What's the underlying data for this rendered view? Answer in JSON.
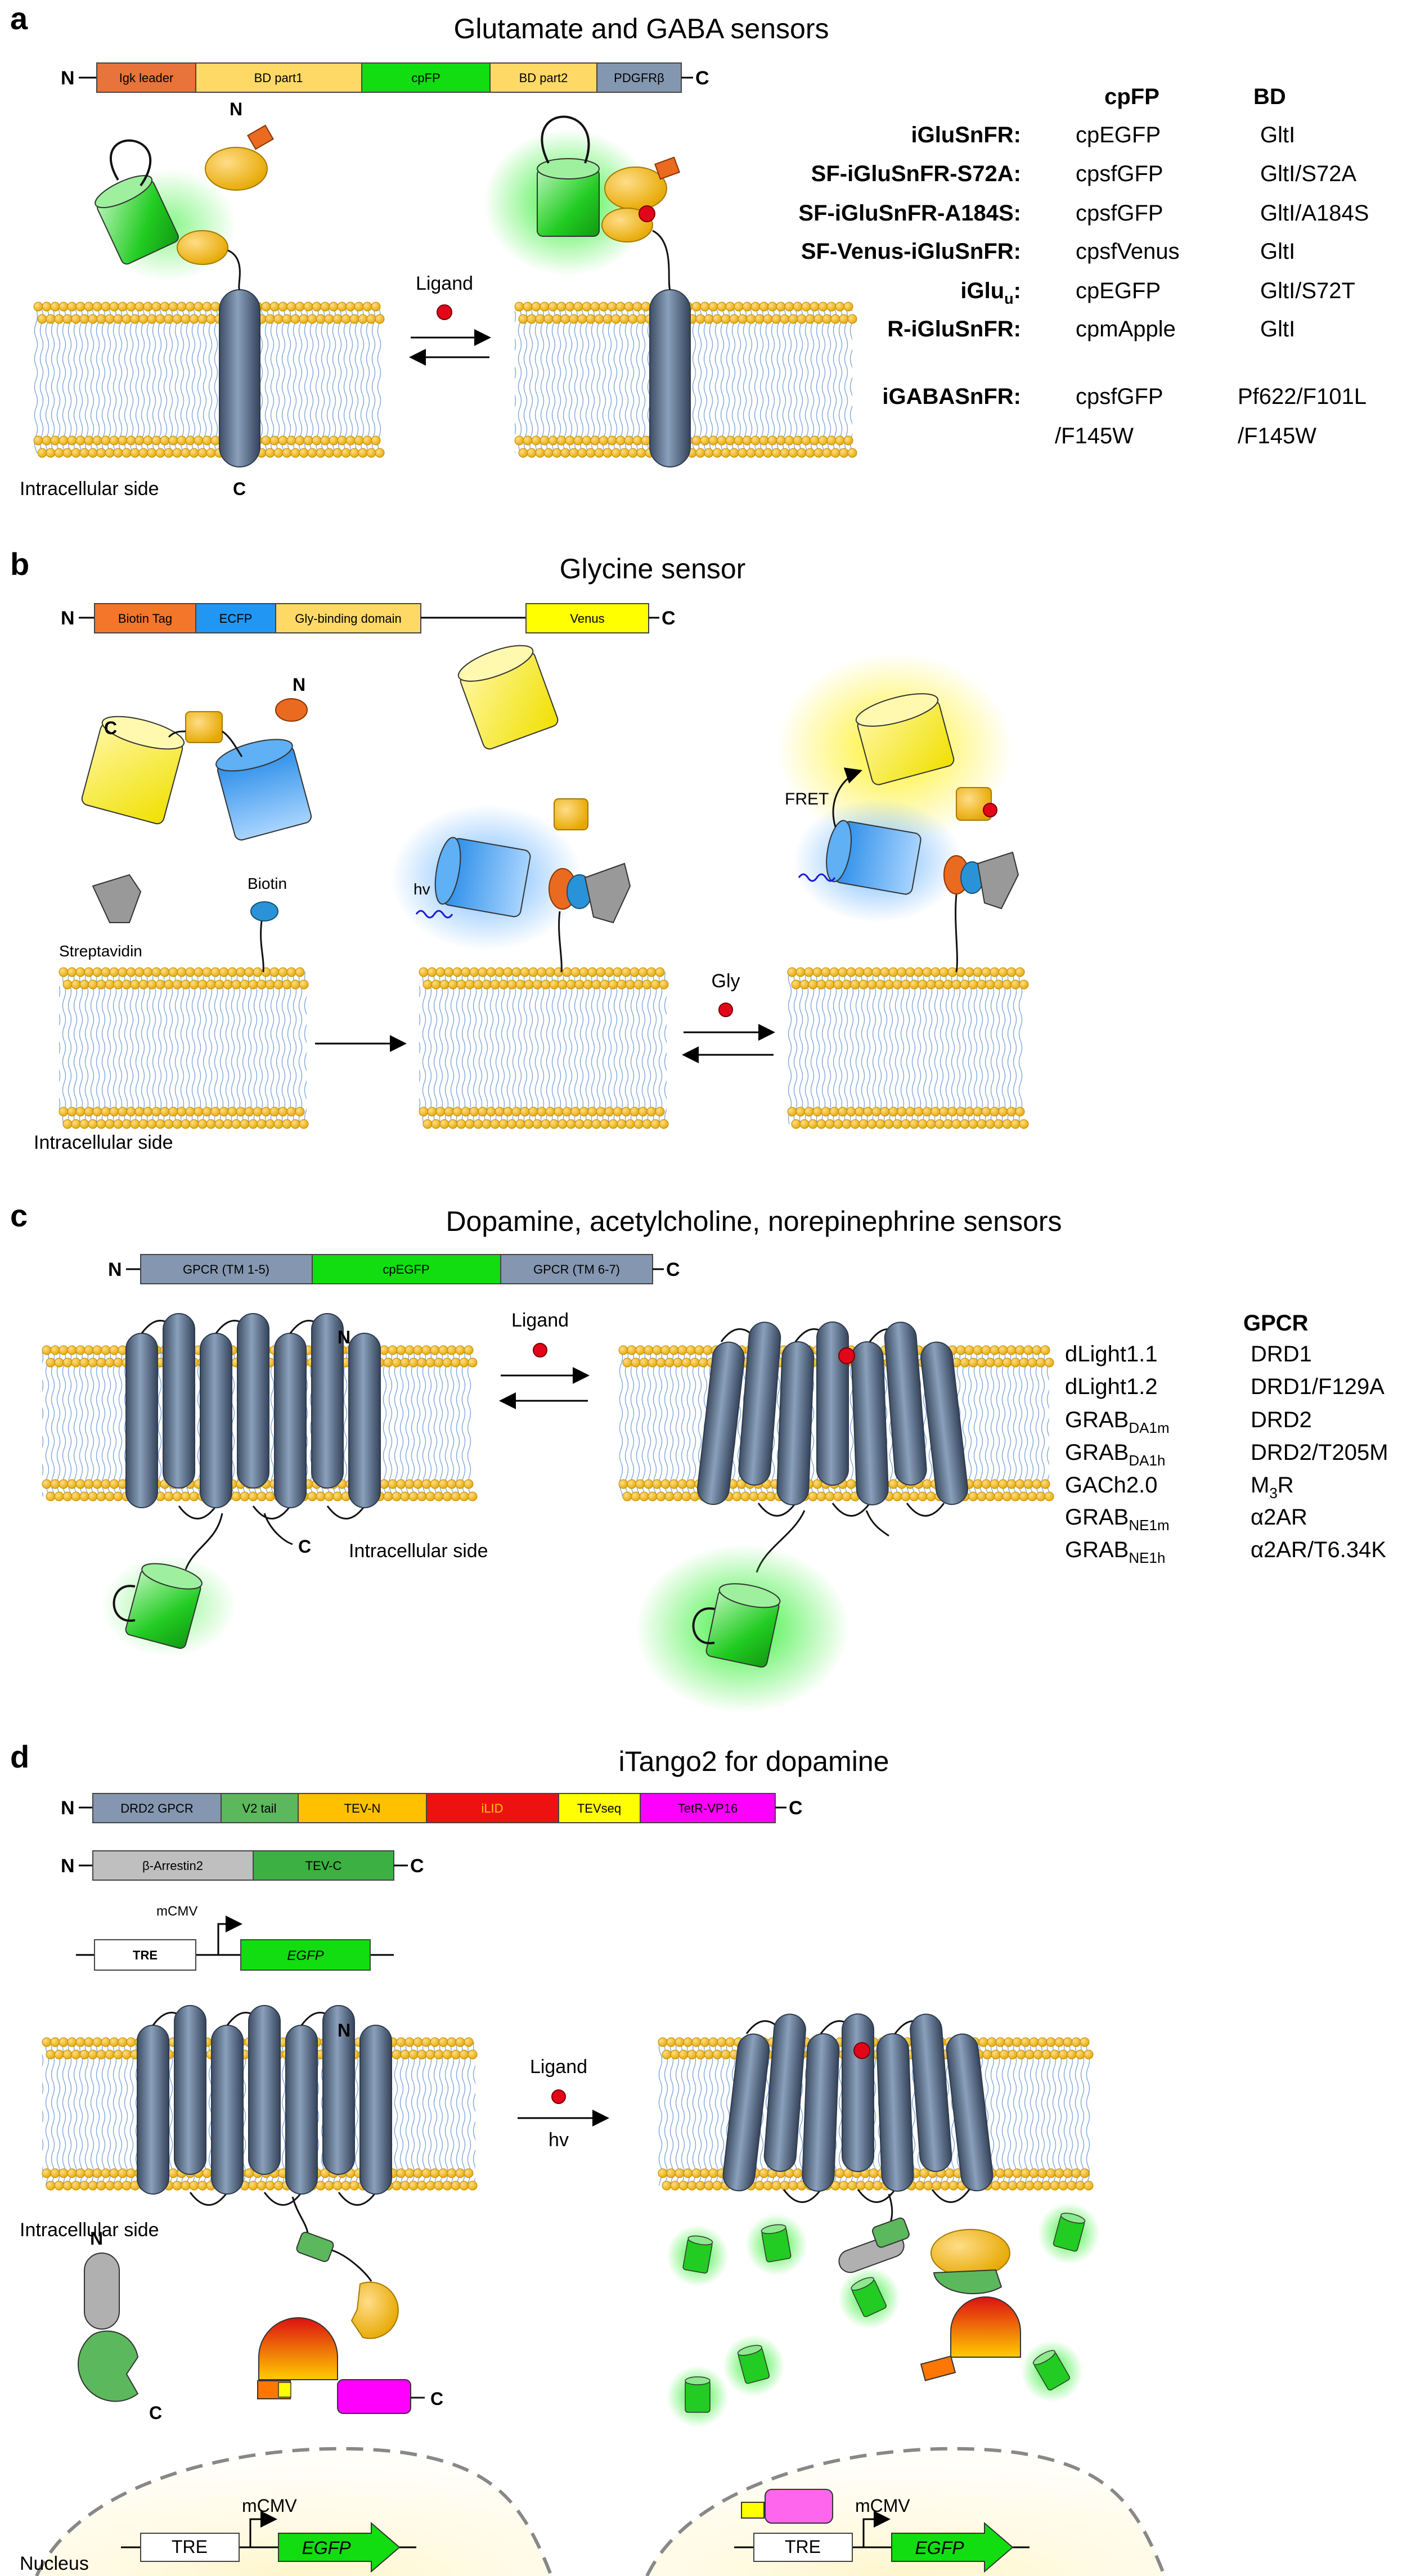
{
  "panels": {
    "a": {
      "letter": "a",
      "title": "Glutamate and GABA sensors",
      "construct": {
        "n": "N",
        "c": "C",
        "blocks": [
          "Igk leader",
          "BD part1",
          "cpFP",
          "BD part2",
          "PDGFRβ"
        ]
      },
      "cartoon_labels": {
        "n": "N",
        "c": "C",
        "ligand": "Ligand",
        "intracellular": "Intracellular side"
      },
      "table": {
        "col_fp": "cpFP",
        "col_bd": "BD",
        "rows": [
          {
            "name": "iGluSnFR:",
            "fp": "cpEGFP",
            "bd": "GltI"
          },
          {
            "name": "SF-iGluSnFR-S72A:",
            "fp": "cpsfGFP",
            "bd": "GltI/S72A"
          },
          {
            "name": "SF-iGluSnFR-A184S:",
            "fp": "cpsfGFP",
            "bd": "GltI/A184S"
          },
          {
            "name": "SF-Venus-iGluSnFR:",
            "fp": "cpsfVenus",
            "bd": "GltI"
          },
          {
            "name_main": "iGlu",
            "name_sub": "u",
            "name_tail": ":",
            "fp": "cpEGFP",
            "bd": "GltI/S72T"
          },
          {
            "name": "R-iGluSnFR:",
            "fp": "cpmApple",
            "bd": "GltI"
          }
        ],
        "gaba": {
          "name": "iGABASnFR:",
          "fp1": "cpsfGFP",
          "fp2": "/F145W",
          "bd1": "Pf622/F101L",
          "bd2": "/F145W"
        }
      }
    },
    "b": {
      "letter": "b",
      "title": "Glycine sensor",
      "construct": {
        "n": "N",
        "c": "C",
        "blocks": [
          "Biotin Tag",
          "ECFP",
          "Gly-binding domain",
          "Venus"
        ]
      },
      "cartoon_labels": {
        "n": "N",
        "c": "C",
        "streptavidin": "Streptavidin",
        "biotin": "Biotin",
        "hv": "hv",
        "fret": "FRET",
        "gly": "Gly",
        "intracellular": "Intracellular side"
      }
    },
    "c": {
      "letter": "c",
      "title": "Dopamine, acetylcholine, norepinephrine sensors",
      "construct": {
        "n": "N",
        "c": "C",
        "blocks": [
          "GPCR (TM 1-5)",
          "cpEGFP",
          "GPCR (TM 6-7)"
        ]
      },
      "cartoon_labels": {
        "n": "N",
        "c": "C",
        "ligand": "Ligand",
        "intracellular": "Intracellular side"
      },
      "table": {
        "header": "GPCR",
        "rows": [
          {
            "name": "dLight1.1",
            "gpcr": "DRD1"
          },
          {
            "name": "dLight1.2",
            "gpcr": "DRD1/F129A"
          },
          {
            "name_main": "GRAB",
            "name_sub": "DA1m",
            "gpcr": "DRD2"
          },
          {
            "name_main": "GRAB",
            "name_sub": "DA1h",
            "gpcr": "DRD2/T205M"
          },
          {
            "name": "GACh2.0",
            "gpcr_main": "M",
            "gpcr_sub": "3",
            "gpcr_tail": "R"
          },
          {
            "name_main": "GRAB",
            "name_sub": "NE1m",
            "gpcr": "α2AR"
          },
          {
            "name_main": "GRAB",
            "name_sub": "NE1h",
            "gpcr": "α2AR/T6.34K"
          }
        ]
      }
    },
    "d": {
      "letter": "d",
      "title": "iTango2 for dopamine",
      "construct1": {
        "n": "N",
        "c": "C",
        "blocks": [
          "DRD2 GPCR",
          "V2 tail",
          "TEV-N",
          "iLID",
          "TEVseq",
          "TetR-VP16"
        ]
      },
      "construct2": {
        "n": "N",
        "c": "C",
        "blocks": [
          "β-Arrestin2",
          "TEV-C"
        ]
      },
      "reporter": {
        "tre": "TRE",
        "promoter": "mCMV",
        "gene": "EGFP"
      },
      "cartoon_labels": {
        "n": "N",
        "c": "C",
        "ligand": "Ligand",
        "hv": "hv",
        "intracellular": "Intracellular side",
        "nucleus": "Nucleus"
      }
    }
  },
  "colors": {
    "igk": "#e8743b",
    "bd": "#ffd966",
    "cpfp": "#11dd11",
    "pdgfr": "#8497b0",
    "biotin_tag": "#f4762a",
    "ecfp": "#2196f3",
    "venus": "#ffff00",
    "gpcr_block": "#8496b0",
    "v2": "#5cb85c",
    "tevn": "#ffc000",
    "ilid": "#ee1111",
    "tevseq": "#ffff00",
    "tetr": "#ff00ff",
    "arrestin": "#bfbfbf",
    "tevc": "#3cb043",
    "membrane_head": "#f4b400",
    "membrane_tail": "#7fa7d9",
    "receptor": "#5a6c82"
  }
}
